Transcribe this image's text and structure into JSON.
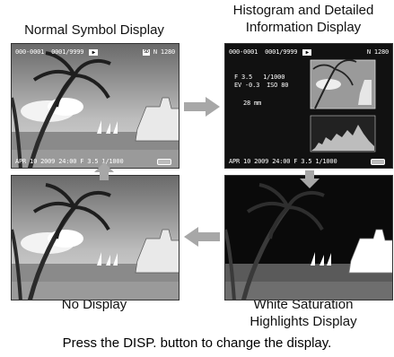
{
  "labels": {
    "normal": "Normal Symbol Display",
    "histogram_line1": "Histogram and Detailed",
    "histogram_line2": "Information Display",
    "none": "No Display",
    "white_line1": "White Saturation",
    "white_line2": "Highlights Display"
  },
  "caption": "Press the DISP. button to change the display.",
  "osd": {
    "file_no": "000-0001",
    "frame": "0001/9999",
    "play": "▶",
    "sd": "SD",
    "quality": "N 1280",
    "date": "APR 10 2009",
    "time": "24:00",
    "exposure_inline": "F 3.5 1/1000",
    "aperture": "F 3.5",
    "shutter": "1/1000",
    "ev": "EV -0.3",
    "iso": "ISO 80",
    "focal": "28 mm"
  },
  "colors": {
    "arrow": "#a7a7a7",
    "screen_border": "#333333",
    "panel_bg": "#111111"
  }
}
